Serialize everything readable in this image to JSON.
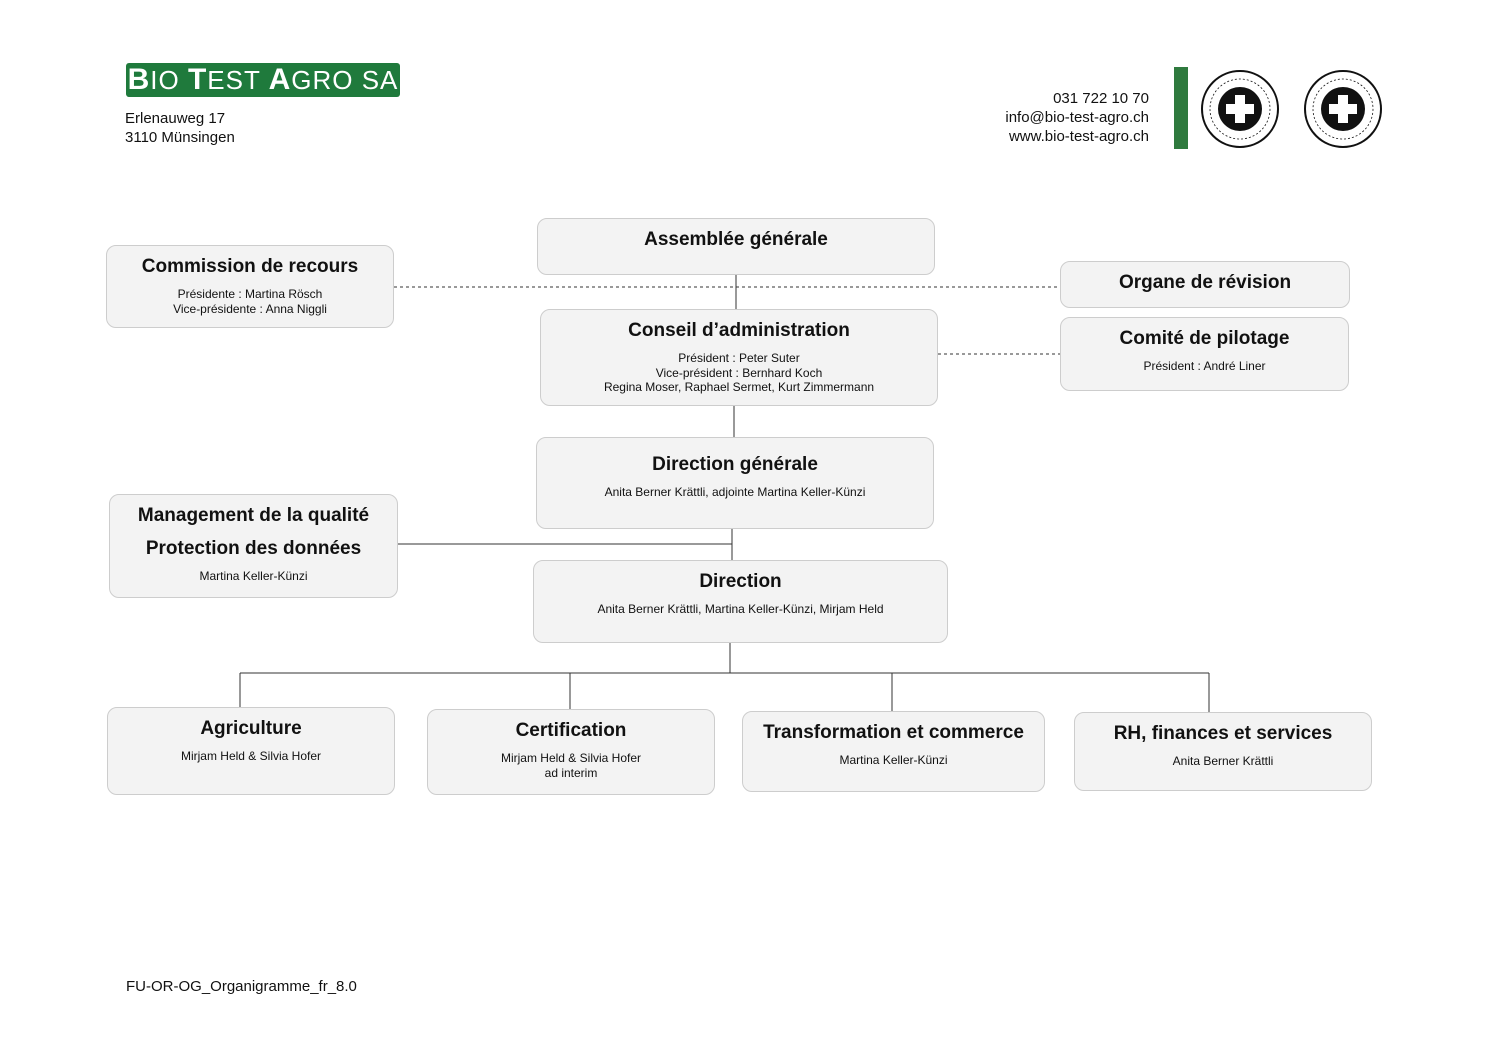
{
  "header": {
    "logo_parts": [
      "B",
      "IO ",
      "T",
      "EST ",
      "A",
      "GRO SA"
    ],
    "address_lines": [
      "Erlenauweg 17",
      "3110 Münsingen"
    ],
    "contact_lines": [
      "031 722 10 70",
      "info@bio-test-agro.ch",
      "www.bio-test-agro.ch"
    ]
  },
  "nodes": {
    "assemblee": {
      "title": "Assemblée générale"
    },
    "commission": {
      "title": "Commission de recours",
      "lines": [
        "Présidente : Martina Rösch",
        "Vice-présidente : Anna Niggli"
      ]
    },
    "organe": {
      "title": "Organe de révision"
    },
    "conseil": {
      "title": "Conseil d’administration",
      "lines": [
        "Président : Peter Suter",
        "Vice-président : Bernhard Koch",
        "Regina Moser, Raphael Sermet, Kurt Zimmermann"
      ]
    },
    "comite": {
      "title": "Comité de pilotage",
      "lines": [
        "Président : André Liner"
      ]
    },
    "direction_generale": {
      "title": "Direction générale",
      "lines": [
        "Anita Berner Krättli, adjointe Martina Keller-Künzi"
      ]
    },
    "qualite": {
      "title": "Management de la qualité",
      "title2": "Protection des données",
      "lines": [
        "Martina Keller-Künzi"
      ]
    },
    "direction": {
      "title": "Direction",
      "lines": [
        "Anita Berner Krättli, Martina Keller-Künzi, Mirjam Held"
      ]
    },
    "agriculture": {
      "title": "Agriculture",
      "lines": [
        "Mirjam Held & Silvia Hofer"
      ]
    },
    "certification": {
      "title": "Certification",
      "lines": [
        "Mirjam Held & Silvia Hofer",
        "ad interim"
      ]
    },
    "transformation": {
      "title": "Transformation et commerce",
      "lines": [
        "Martina Keller-Künzi"
      ]
    },
    "rh": {
      "title": "RH, finances et services",
      "lines": [
        "Anita Berner Krättli"
      ]
    }
  },
  "footer": {
    "doc_id": "FU-OR-OG_Organigramme_fr_8.0"
  },
  "colors": {
    "brand_green": "#1f7a3c",
    "box_fill": "#f3f3f3",
    "box_border": "#cdcdcd"
  }
}
